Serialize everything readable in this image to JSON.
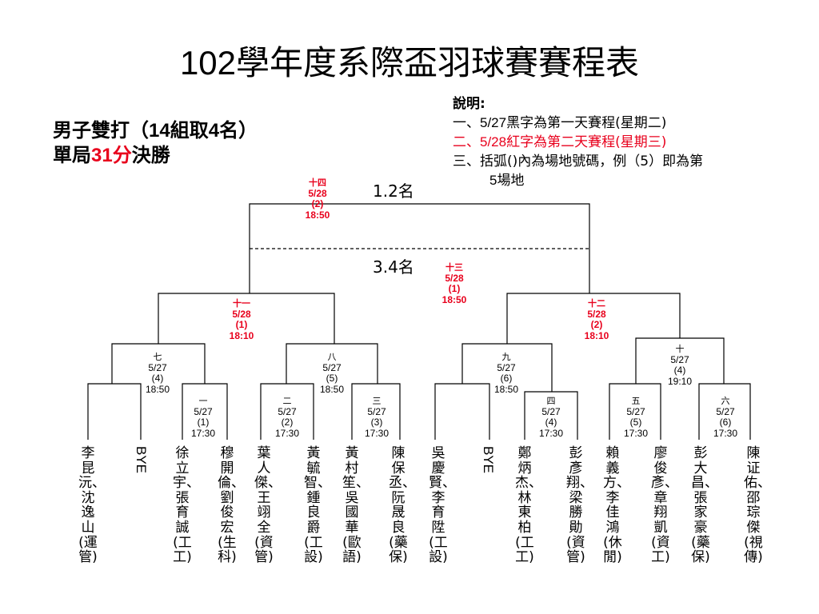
{
  "title": {
    "number": "102",
    "text": "學年度系際盃羽球賽賽程表"
  },
  "subtitle": {
    "line1_a": "男子雙打（",
    "line1_num1": "14",
    "line1_b": "組取",
    "line1_num2": "4",
    "line1_c": "名）",
    "line2_a": "單局",
    "line2_num": "31",
    "line2_red": "分",
    "line2_b": "決勝"
  },
  "notes": {
    "heading": "說明:",
    "line1_a": "一、",
    "line1_num": "5/27",
    "line1_b": "黑字為第一天賽程(星期二)",
    "line2_a": "二、",
    "line2_num": "5/28",
    "line2_b": "紅字為第二天賽程(星期三)",
    "line3": "三、括弧()內為場地號碼，例（5）即為第",
    "line3_cont": "5場地"
  },
  "ranks": {
    "first": "1.2名",
    "third": "3.4名"
  },
  "matches": {
    "m1": {
      "no": "一",
      "date": "5/27",
      "court": "(1)",
      "time": "17:30"
    },
    "m2": {
      "no": "二",
      "date": "5/27",
      "court": "(2)",
      "time": "17:30"
    },
    "m3": {
      "no": "三",
      "date": "5/27",
      "court": "(3)",
      "time": "17:30"
    },
    "m4": {
      "no": "四",
      "date": "5/27",
      "court": "(4)",
      "time": "17:30"
    },
    "m5": {
      "no": "五",
      "date": "5/27",
      "court": "(5)",
      "time": "17:30"
    },
    "m6": {
      "no": "六",
      "date": "5/27",
      "court": "(6)",
      "time": "17:30"
    },
    "m7": {
      "no": "七",
      "date": "5/27",
      "court": "(4)",
      "time": "18:50"
    },
    "m8": {
      "no": "八",
      "date": "5/27",
      "court": "(5)",
      "time": "18:50"
    },
    "m9": {
      "no": "九",
      "date": "5/27",
      "court": "(6)",
      "time": "18:50"
    },
    "m10": {
      "no": "十",
      "date": "5/27",
      "court": "(4)",
      "time": "19:10"
    },
    "m11": {
      "no": "十一",
      "date": "5/28",
      "court": "(1)",
      "time": "18:10"
    },
    "m12": {
      "no": "十二",
      "date": "5/28",
      "court": "(2)",
      "time": "18:10"
    },
    "m13": {
      "no": "十三",
      "date": "5/28",
      "court": "(1)",
      "time": "18:50"
    },
    "m14": {
      "no": "十四",
      "date": "5/28",
      "court": "(2)",
      "time": "18:50"
    }
  },
  "teams": [
    "李昆沅、沈逸山(運管)",
    "BYE",
    "徐立宇、張育誠(工工)",
    "穆開倫、劉俊宏(生科)",
    "葉人傑、王翊全(資管)",
    "黃毓智、鍾良爵(工設)",
    "黃村笙、吳國華(歐語)",
    "陳保丞、阮晟良(藥保)",
    "吳慶賢、李育陞(工設)",
    "BYE",
    "鄭炳杰、林東柏(工工)",
    "彭彥翔、梁勝勛(資管)",
    "賴義方、李佳鴻(休閒)",
    "廖俊彥、章翔凱(資工)",
    "彭大昌、張家豪(藥保)",
    "陳证佑、邵琮傑(視傳)"
  ],
  "colors": {
    "day2": "#e8001c",
    "line": "#000000"
  }
}
